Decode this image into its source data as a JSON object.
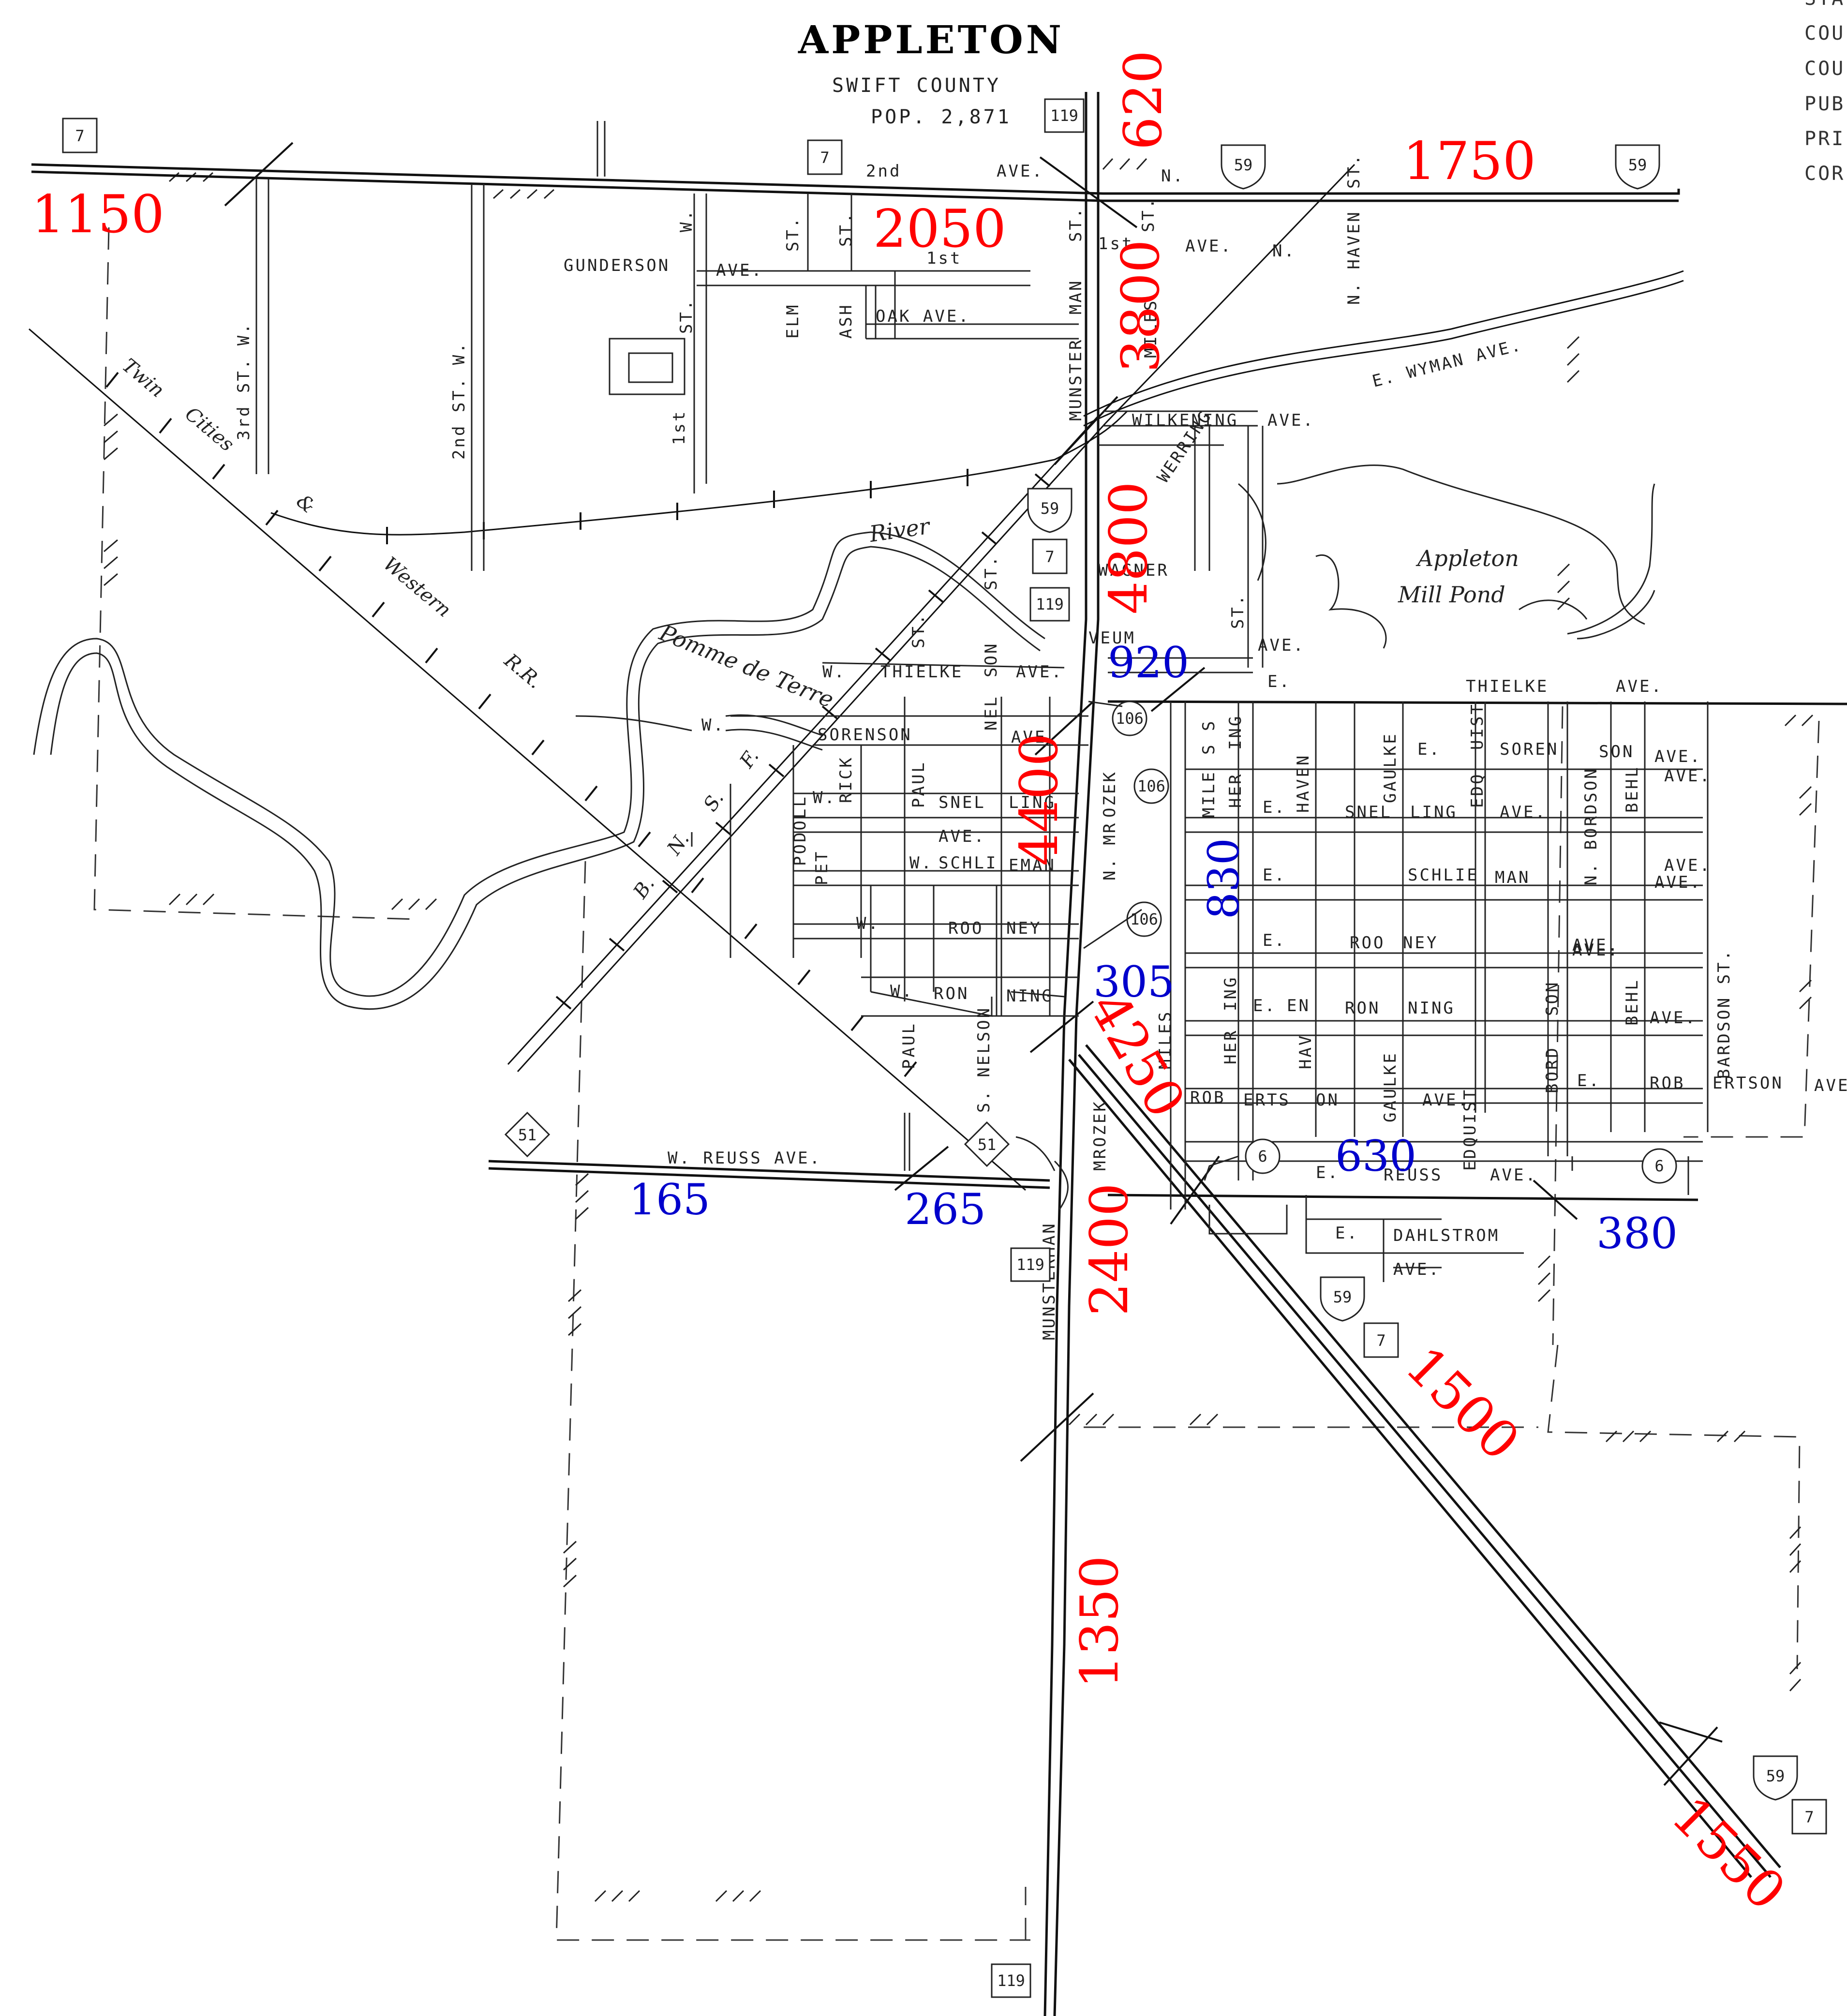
{
  "header": {
    "title": "APPLETON",
    "county": "SWIFT COUNTY",
    "population": "POP. 2,871"
  },
  "legend_fragments": [
    "STA",
    "COU",
    "COU",
    "PUB",
    "PRI",
    "COR"
  ],
  "water": {
    "river_a": "Pomme de Terre",
    "river_b": "River",
    "pond_a": "Appleton",
    "pond_b": "Mill Pond"
  },
  "railroads": {
    "tc_words": [
      "Twin",
      "Cities",
      "&",
      "Western",
      "R.R."
    ],
    "bnsf_letters": [
      "B.",
      "N.",
      "S.",
      "F."
    ]
  },
  "streets": {
    "second_ave": "2nd",
    "ave": "AVE.",
    "gunderson": "GUNDERSON",
    "w": "W.",
    "st": "ST.",
    "n": "N.",
    "n_haven": "N. HAVEN",
    "first": "1st",
    "elm": "ELM",
    "ash": "ASH",
    "oak_ave": "OAK AVE.",
    "munster": "MUNSTER",
    "man": "MAN",
    "miles": "MILES",
    "third_st_w": "3rd  ST.  W.",
    "second_st_w": "2nd  ST.  W.",
    "wilkening": "WILKENING",
    "e_wyman_ave": "E. WYMAN AVE.",
    "werring": "WERRING",
    "wagner": "WAGNER",
    "veum": "VEUM",
    "thielke": "THIELKE",
    "son": "SON",
    "sorenson": "SORENSON",
    "nel": "NEL",
    "podoll": "PODOLL",
    "rick": "RICK",
    "paul": "PAUL",
    "snel": "SNEL",
    "ling": "LING",
    "ozek": "OZEK",
    "mile": "MILE",
    "her": "HER",
    "ing": "ING",
    "s_s": "S S",
    "haven": "HAVEN",
    "gaulke": "GAULKE",
    "e": "E.",
    "uist": "UIST",
    "soren": "SOREN",
    "edq": "EDQ",
    "schli": "SCHLI",
    "eman": "EMAN",
    "schlie": "SCHLIE",
    "n_bordson": "N. BORDSON",
    "behl": "BEHL",
    "pet": "PET",
    "n_mr": "N. MR",
    "roo": "ROO",
    "ney": "NEY",
    "ron": "RON",
    "ning": "NING",
    "en": "EN",
    "bardson_st": "BARDSON ST.",
    "s": "S.",
    "s_nelson": "S. NELSON",
    "mrozek": "MROZEK",
    "rob": "ROB",
    "erts": "ERTS",
    "on": "ON",
    "hav": "HAV",
    "edquist": "EDQUIST",
    "ertson": "ERTSON",
    "bord": "BORD",
    "reuss": "REUSS",
    "w_reuss_ave": "W.   REUSS   AVE.",
    "dahlstrom": "DAHLSTROM",
    "munsterman": "MUNSTERMAN"
  },
  "shields": {
    "us59": "59",
    "mn7": "7",
    "mn119": "119",
    "mn51": "51",
    "c106": "106",
    "c6": "6"
  },
  "traffic_counts_red": [
    "1150",
    "620",
    "1750",
    "2050",
    "3800",
    "4800",
    "4400",
    "4250",
    "2400",
    "1500",
    "1350",
    "1550"
  ],
  "traffic_counts_blue": [
    "920",
    "830",
    "305",
    "630",
    "165",
    "265",
    "380"
  ],
  "colors": {
    "major_count": "#ff0000",
    "minor_count": "#0000cc",
    "linework": "#111111"
  }
}
